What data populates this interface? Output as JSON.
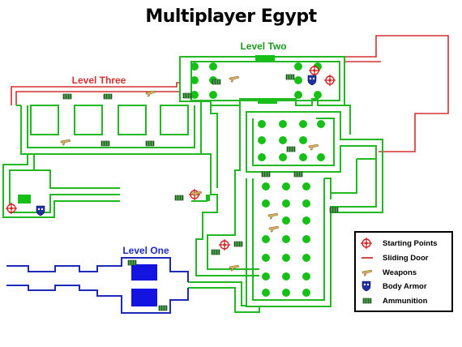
{
  "title": "Multiplayer Egypt",
  "levels": {
    "one": "Level One",
    "two": "Level Two",
    "three": "Level Three"
  },
  "legend": [
    {
      "icon": "starting-point-icon",
      "label": "Starting Points"
    },
    {
      "icon": "sliding-door-icon",
      "label": "Sliding Door"
    },
    {
      "icon": "weapon-icon",
      "label": "Weapons"
    },
    {
      "icon": "body-armor-icon",
      "label": "Body Armor"
    },
    {
      "icon": "ammunition-icon",
      "label": "Ammunition"
    }
  ],
  "colors": {
    "level_one": "#1e2ab8",
    "level_two": "#22b822",
    "level_three": "#d03030",
    "starting_point": "#d02020",
    "weapon": "#d0a040",
    "armor": "#2030a0",
    "ammo": "#1a6a1a"
  }
}
